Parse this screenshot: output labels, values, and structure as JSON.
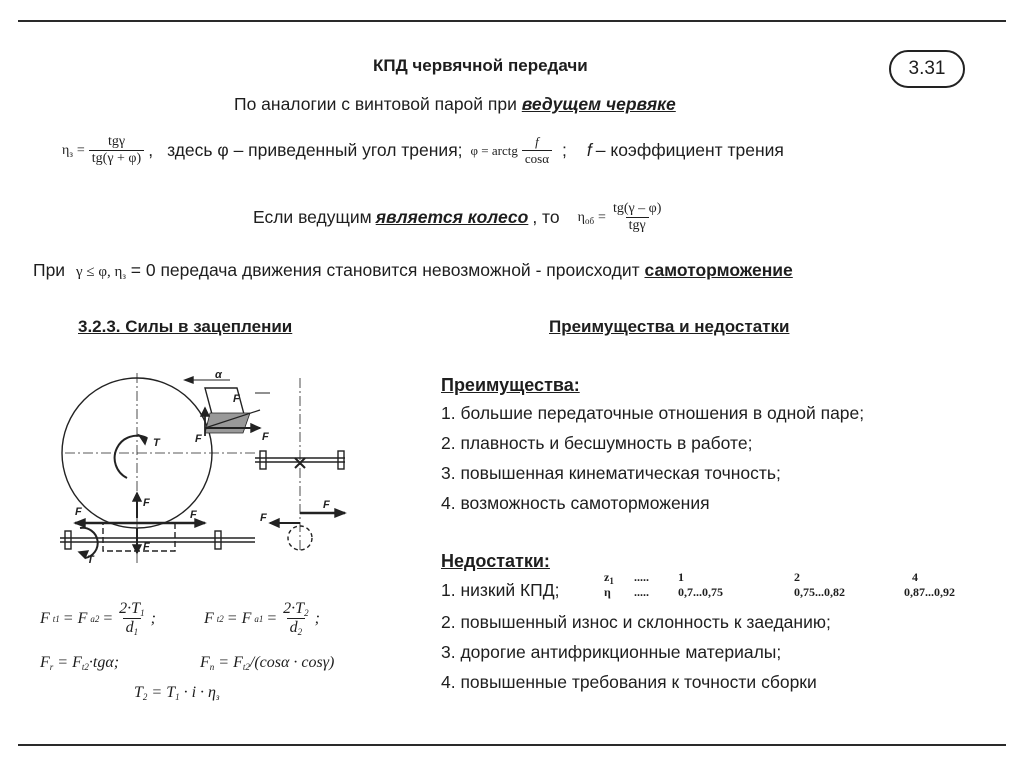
{
  "slide": {
    "title": "КПД червячной передачи",
    "number": "3.31"
  },
  "intro": {
    "text": "По аналогии с винтовой парой при",
    "emphasis": "ведущем червяке"
  },
  "eq1": {
    "lhs": "η",
    "lhs_sub": "з",
    "eq": "=",
    "num": "tgγ",
    "den": "tg(γ + φ)",
    "comma": ",",
    "text_here": "здесь φ – приведенный угол трения;",
    "phi_lhs": "φ = arctg",
    "phi_num": "f",
    "phi_den": "cosα",
    "semicolon": ";",
    "f_symbol": "f",
    "f_text": "– коэффициент трения"
  },
  "eq2": {
    "text": "Если ведущим",
    "emphasis": "является колесо",
    "text_after": ", то",
    "lhs": "η",
    "lhs_sub": "об",
    "eq": "=",
    "num": "tg(γ – φ)",
    "den": "tgγ"
  },
  "self_lock": {
    "text_pri": "При",
    "cond": "γ ≤ φ, η",
    "cond_sub": "з",
    "text_rest": "= 0 передача движения становится невозможной - происходит",
    "emphasis": "самоторможение"
  },
  "left_section": {
    "title": "3.2.3. Силы в зацеплении",
    "diagram_labels": {
      "alpha": "α",
      "ft2_fa1": "F",
      "t2": "T",
      "fr_top": "F",
      "fr_mid": "F",
      "fr_bot": "F",
      "ft2_left": "F",
      "fa1": "F",
      "ft1": "F",
      "fa2": "F",
      "t1": "T",
      "fn": "F"
    },
    "formulas": {
      "f1": "F",
      "f1_sub": "t1",
      "f1_eq": "= F",
      "f1_sub2": "a2",
      "f1_eq2": "=",
      "f1_num": "2·T",
      "f1_num_sub": "1",
      "f1_den": "d",
      "f1_den_sub": "1",
      "f1_end": ";",
      "f2": "F",
      "f2_sub": "t2",
      "f2_eq": "= F",
      "f2_sub2": "a1",
      "f2_eq2": "=",
      "f2_num": "2·T",
      "f2_num_sub": "2",
      "f2_den": "d",
      "f2_den_sub": "2",
      "f2_end": ";",
      "f3": "F",
      "f3_sub": "r",
      "f3_rest": "= F",
      "f3_sub2": "t2",
      "f3_end": "·tgα;",
      "f4": "F",
      "f4_sub": "n",
      "f4_rest": "= F",
      "f4_sub2": "t2",
      "f4_end": "/(cosα · cosγ)",
      "f5": "T",
      "f5_sub": "2",
      "f5_rest": "= T",
      "f5_sub2": "1",
      "f5_end": "· i · η",
      "f5_sub3": "з"
    }
  },
  "right_section": {
    "title": "Преимущества и недостатки",
    "advantages_title": "Преимущества:",
    "advantages": [
      "1. большие передаточные отношения в одной паре;",
      "2. плавность и бесшумность в работе;",
      "3. повышенная кинематическая точность;",
      "4. возможность самоторможения"
    ],
    "disadvantages_title": "Недостатки:",
    "disadvantages": [
      "1. низкий КПД;",
      "2. повышенный износ и склонность к заеданию;",
      "3. дорогие антифрикционные материалы;",
      "4. повышенные требования к точности сборки"
    ],
    "eta_table": {
      "z_label": "z",
      "z_sub": "1",
      "eta_label": "η",
      "dots": ".....",
      "z_values": [
        "1",
        "2",
        "4"
      ],
      "eta_values": [
        "0,7...0,75",
        "0,75...0,82",
        "0,87...0,92"
      ]
    }
  }
}
